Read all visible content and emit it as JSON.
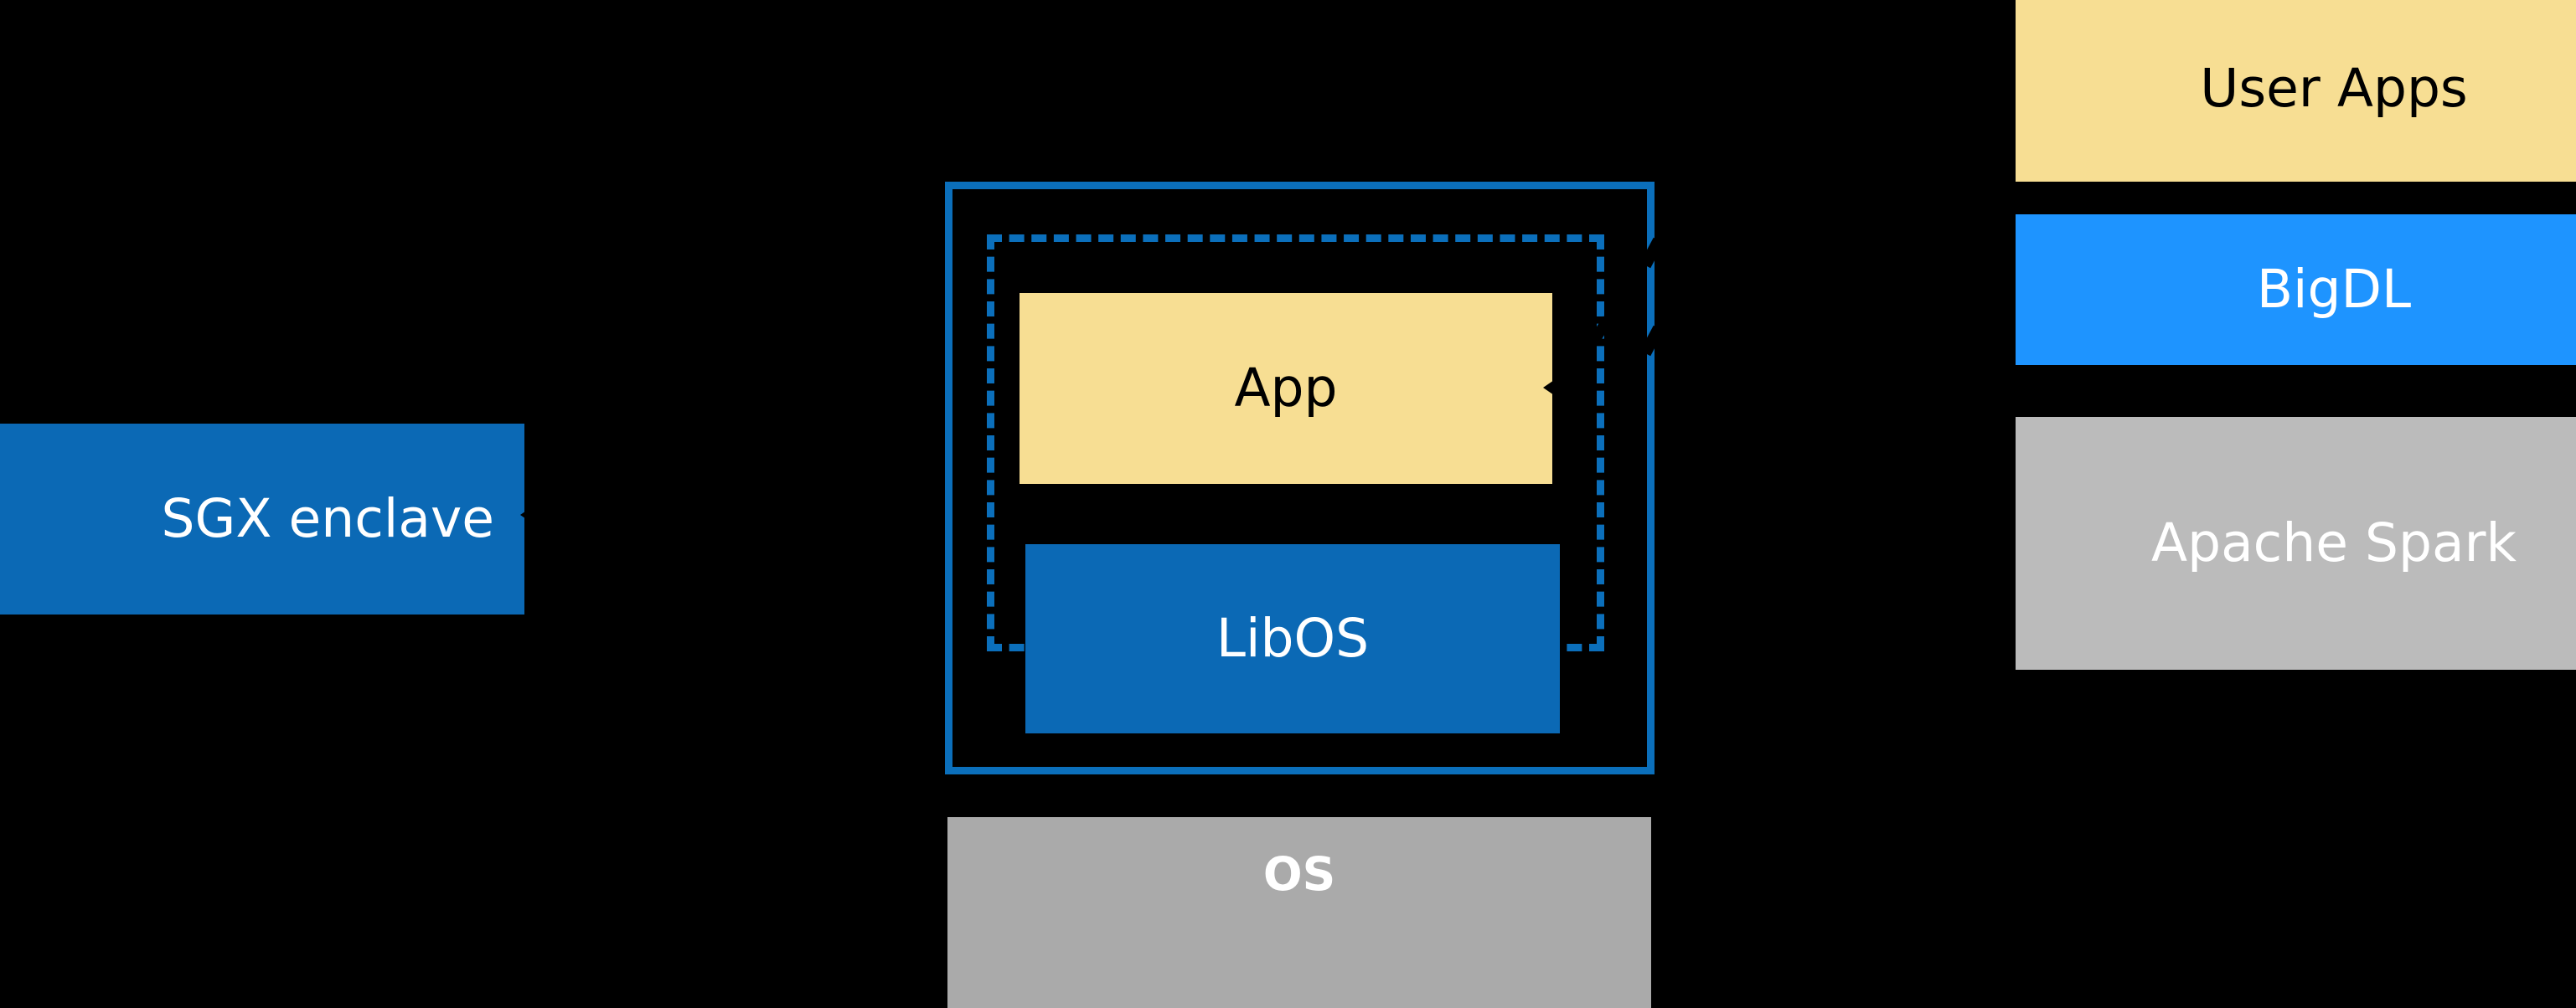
{
  "diagram": {
    "title_present": false,
    "background_color": "#000000",
    "palette": {
      "yellow": "#F7DE93",
      "light_blue": "#1E94FF",
      "dark_blue": "#0B69B5",
      "frame_blue": "#0B6FBB",
      "gray_light": "#BBBBBB",
      "gray_medium": "#AAAAAA",
      "white": "#FFFFFF",
      "black": "#000000"
    },
    "right_stack": {
      "items": [
        {
          "label": "User Apps",
          "fill": "#F7DE93",
          "text_color": "#000000"
        },
        {
          "label": "BigDL",
          "fill": "#1E94FF",
          "text_color": "#FFFFFF"
        },
        {
          "label": "Apache Spark",
          "fill": "#BBBBBB",
          "text_color": "#FFFFFF"
        }
      ]
    },
    "left_block": {
      "label": "SGX enclave",
      "fill": "#0B69B5",
      "text_color": "#FFFFFF"
    },
    "center_stack": {
      "outer_frame": {
        "style": "solid",
        "color": "#0B6FBB"
      },
      "inner_frame": {
        "style": "dashed",
        "color": "#0B6FBB"
      },
      "app": {
        "label": "App",
        "fill": "#F7DE93",
        "text_color": "#000000"
      },
      "libos": {
        "label": "LibOS",
        "fill": "#0B69B5",
        "text_color": "#FFFFFF"
      }
    },
    "bottom_block": {
      "label": "OS",
      "fill": "#AAAAAA",
      "text_color": "#FFFFFF",
      "bold": true
    },
    "connectors": [
      {
        "name": "sgx-enclave-pointer",
        "points_to": "SGX enclave",
        "head": "left"
      },
      {
        "name": "app-pointer",
        "points_to": "App",
        "head": "left"
      }
    ]
  }
}
